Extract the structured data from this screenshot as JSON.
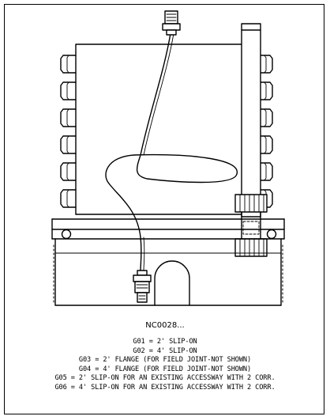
{
  "drawing": {
    "code": "NC0028...",
    "legend": [
      "G01 = 2' SLIP-ON",
      "G02 = 4' SLIP-ON",
      "G03 = 2' FLANGE (FOR FIELD JOINT-NOT SHOWN)",
      "G04 = 4' FLANGE (FOR FIELD JOINT-NOT SHOWN)",
      "G05 = 2' SLIP-ON FOR AN EXISTING ACCESSWAY WITH 2 CORR.",
      "G06 = 4' SLIP-ON FOR AN EXISTING ACCESSWAY WITH 2 CORR."
    ],
    "colors": {
      "line": "#000000",
      "background": "#ffffff",
      "hatch": "#bbbbbb"
    }
  }
}
